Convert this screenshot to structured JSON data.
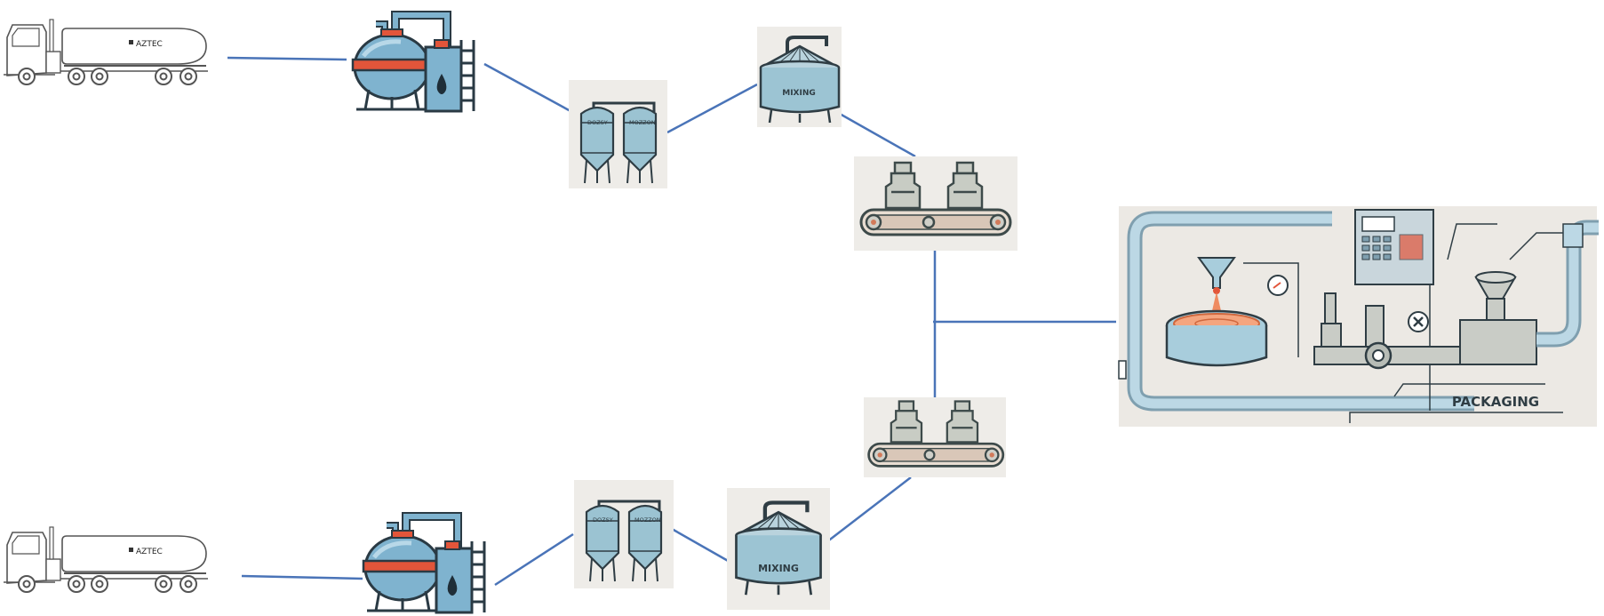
{
  "connector_color": "#4a74b8",
  "trucks": [
    {
      "label": "AZTEC"
    },
    {
      "label": "AZTEC"
    }
  ],
  "silo_labels": [
    "DOZSY",
    "MOZZON"
  ],
  "mixing_label": "MIXING",
  "packaging_label": "PACKAGING",
  "nodes": [
    {
      "id": "truck-top",
      "icon": "tanker-truck-icon"
    },
    {
      "id": "refinery-top",
      "icon": "oil-refinery-icon"
    },
    {
      "id": "silos-top",
      "icon": "twin-silos-icon"
    },
    {
      "id": "mixer-top",
      "icon": "mixing-tank-icon"
    },
    {
      "id": "conveyor-top",
      "icon": "bottle-conveyor-icon"
    },
    {
      "id": "packaging",
      "icon": "packaging-machine-icon"
    },
    {
      "id": "conveyor-bottom",
      "icon": "bottle-conveyor-icon"
    },
    {
      "id": "mixer-bottom",
      "icon": "mixing-tank-icon"
    },
    {
      "id": "silos-bottom",
      "icon": "twin-silos-icon"
    },
    {
      "id": "refinery-bottom",
      "icon": "oil-refinery-icon"
    },
    {
      "id": "truck-bottom",
      "icon": "tanker-truck-icon"
    }
  ]
}
